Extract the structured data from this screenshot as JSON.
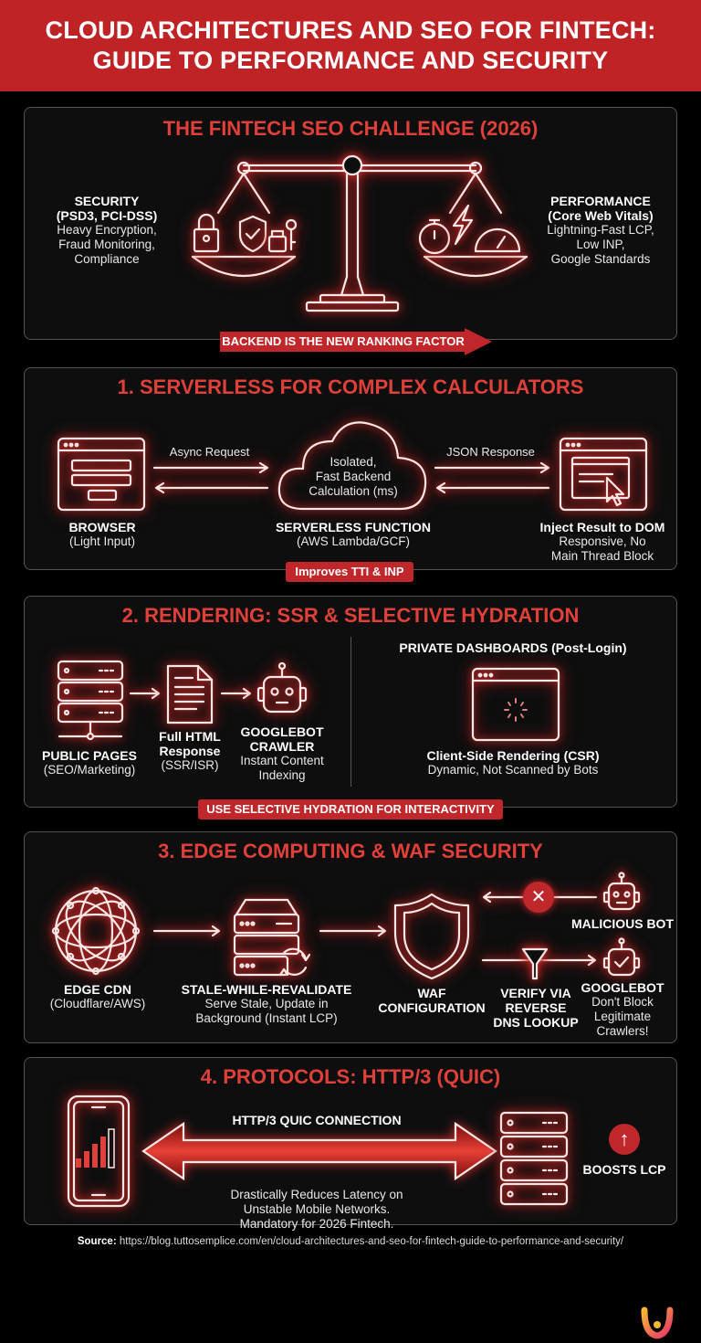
{
  "header": {
    "title_line1": "CLOUD ARCHITECTURES AND SEO FOR FINTECH:",
    "title_line2": "GUIDE TO PERFORMANCE AND SECURITY",
    "background_color": "#bf2326"
  },
  "challenge": {
    "title": "THE FINTECH SEO CHALLENGE (2026)",
    "security": {
      "title": "SECURITY",
      "subtitle": "(PSD3, PCI-DSS)",
      "lines": [
        "Heavy Encryption,",
        "Fraud Monitoring,",
        "Compliance"
      ]
    },
    "performance": {
      "title": "PERFORMANCE",
      "subtitle": "(Core Web Vitals)",
      "lines": [
        "Lightning-Fast LCP,",
        "Low INP,",
        "Google Standards"
      ]
    },
    "icons_left": [
      "padlock-icon",
      "shield-check-icon",
      "lock-key-icon"
    ],
    "icons_right": [
      "stopwatch-icon",
      "lightning-icon",
      "speedometer-icon"
    ],
    "banner": "BACKEND IS THE NEW RANKING FACTOR"
  },
  "serverless": {
    "title": "1. SERVERLESS FOR COMPLEX CALCULATORS",
    "browser": {
      "title": "BROWSER",
      "subtitle": "(Light Input)"
    },
    "request_label": "Async Request",
    "cloud_text": [
      "Isolated,",
      "Fast Backend",
      "Calculation (ms)"
    ],
    "function": {
      "title": "SERVERLESS FUNCTION",
      "subtitle": "(AWS Lambda/GCF)"
    },
    "response_label": "JSON Response",
    "dom": {
      "title": "Inject Result to DOM",
      "lines": [
        "Responsive, No",
        "Main Thread Block"
      ]
    },
    "badge": "Improves TTI & INP"
  },
  "rendering": {
    "title": "2. RENDERING: SSR & SELECTIVE HYDRATION",
    "public": {
      "title": "PUBLIC PAGES",
      "subtitle": "(SEO/Marketing)"
    },
    "html": {
      "title_lines": [
        "Full HTML",
        "Response"
      ],
      "subtitle": "(SSR/ISR)"
    },
    "crawler": {
      "title_lines": [
        "GOOGLEBOT",
        "CRAWLER"
      ],
      "lines": [
        "Instant Content",
        "Indexing"
      ]
    },
    "private": {
      "title": "PRIVATE DASHBOARDS (Post-Login)",
      "csr_title": "Client-Side Rendering (CSR)",
      "csr_desc": "Dynamic, Not Scanned by Bots"
    },
    "badge": "USE SELECTIVE HYDRATION FOR INTERACTIVITY"
  },
  "edge": {
    "title": "3. EDGE COMPUTING & WAF SECURITY",
    "cdn": {
      "title": "EDGE CDN",
      "subtitle": "(Cloudflare/AWS)"
    },
    "swr": {
      "title": "STALE-WHILE-REVALIDATE",
      "lines": [
        "Serve Stale, Update in",
        "Background (Instant LCP)"
      ]
    },
    "waf": {
      "title_lines": [
        "WAF",
        "CONFIGURATION"
      ]
    },
    "malicious": {
      "title": "MALICIOUS BOT"
    },
    "verify": {
      "title_lines": [
        "VERIFY VIA",
        "REVERSE",
        "DNS LOOKUP"
      ]
    },
    "googlebot": {
      "title": "GOOGLEBOT",
      "lines": [
        "Don't Block",
        "Legitimate",
        "Crawlers!"
      ]
    }
  },
  "protocols": {
    "title": "4. PROTOCOLS: HTTP/3 (QUIC)",
    "connection_label": "HTTP/3 QUIC CONNECTION",
    "description": [
      "Drastically Reduces Latency on",
      "Unstable Mobile Networks.",
      "Mandatory for 2026 Fintech."
    ],
    "boost_label": "BOOSTS LCP"
  },
  "source": {
    "label": "Source:",
    "url": "https://blog.tuttosemplice.com/en/cloud-architectures-and-seo-for-fintech-guide-to-performance-and-security/"
  },
  "colors": {
    "accent_red": "#e0403a",
    "badge_red": "#c0272a",
    "background": "#000000",
    "panel": "#0e0e0e"
  }
}
